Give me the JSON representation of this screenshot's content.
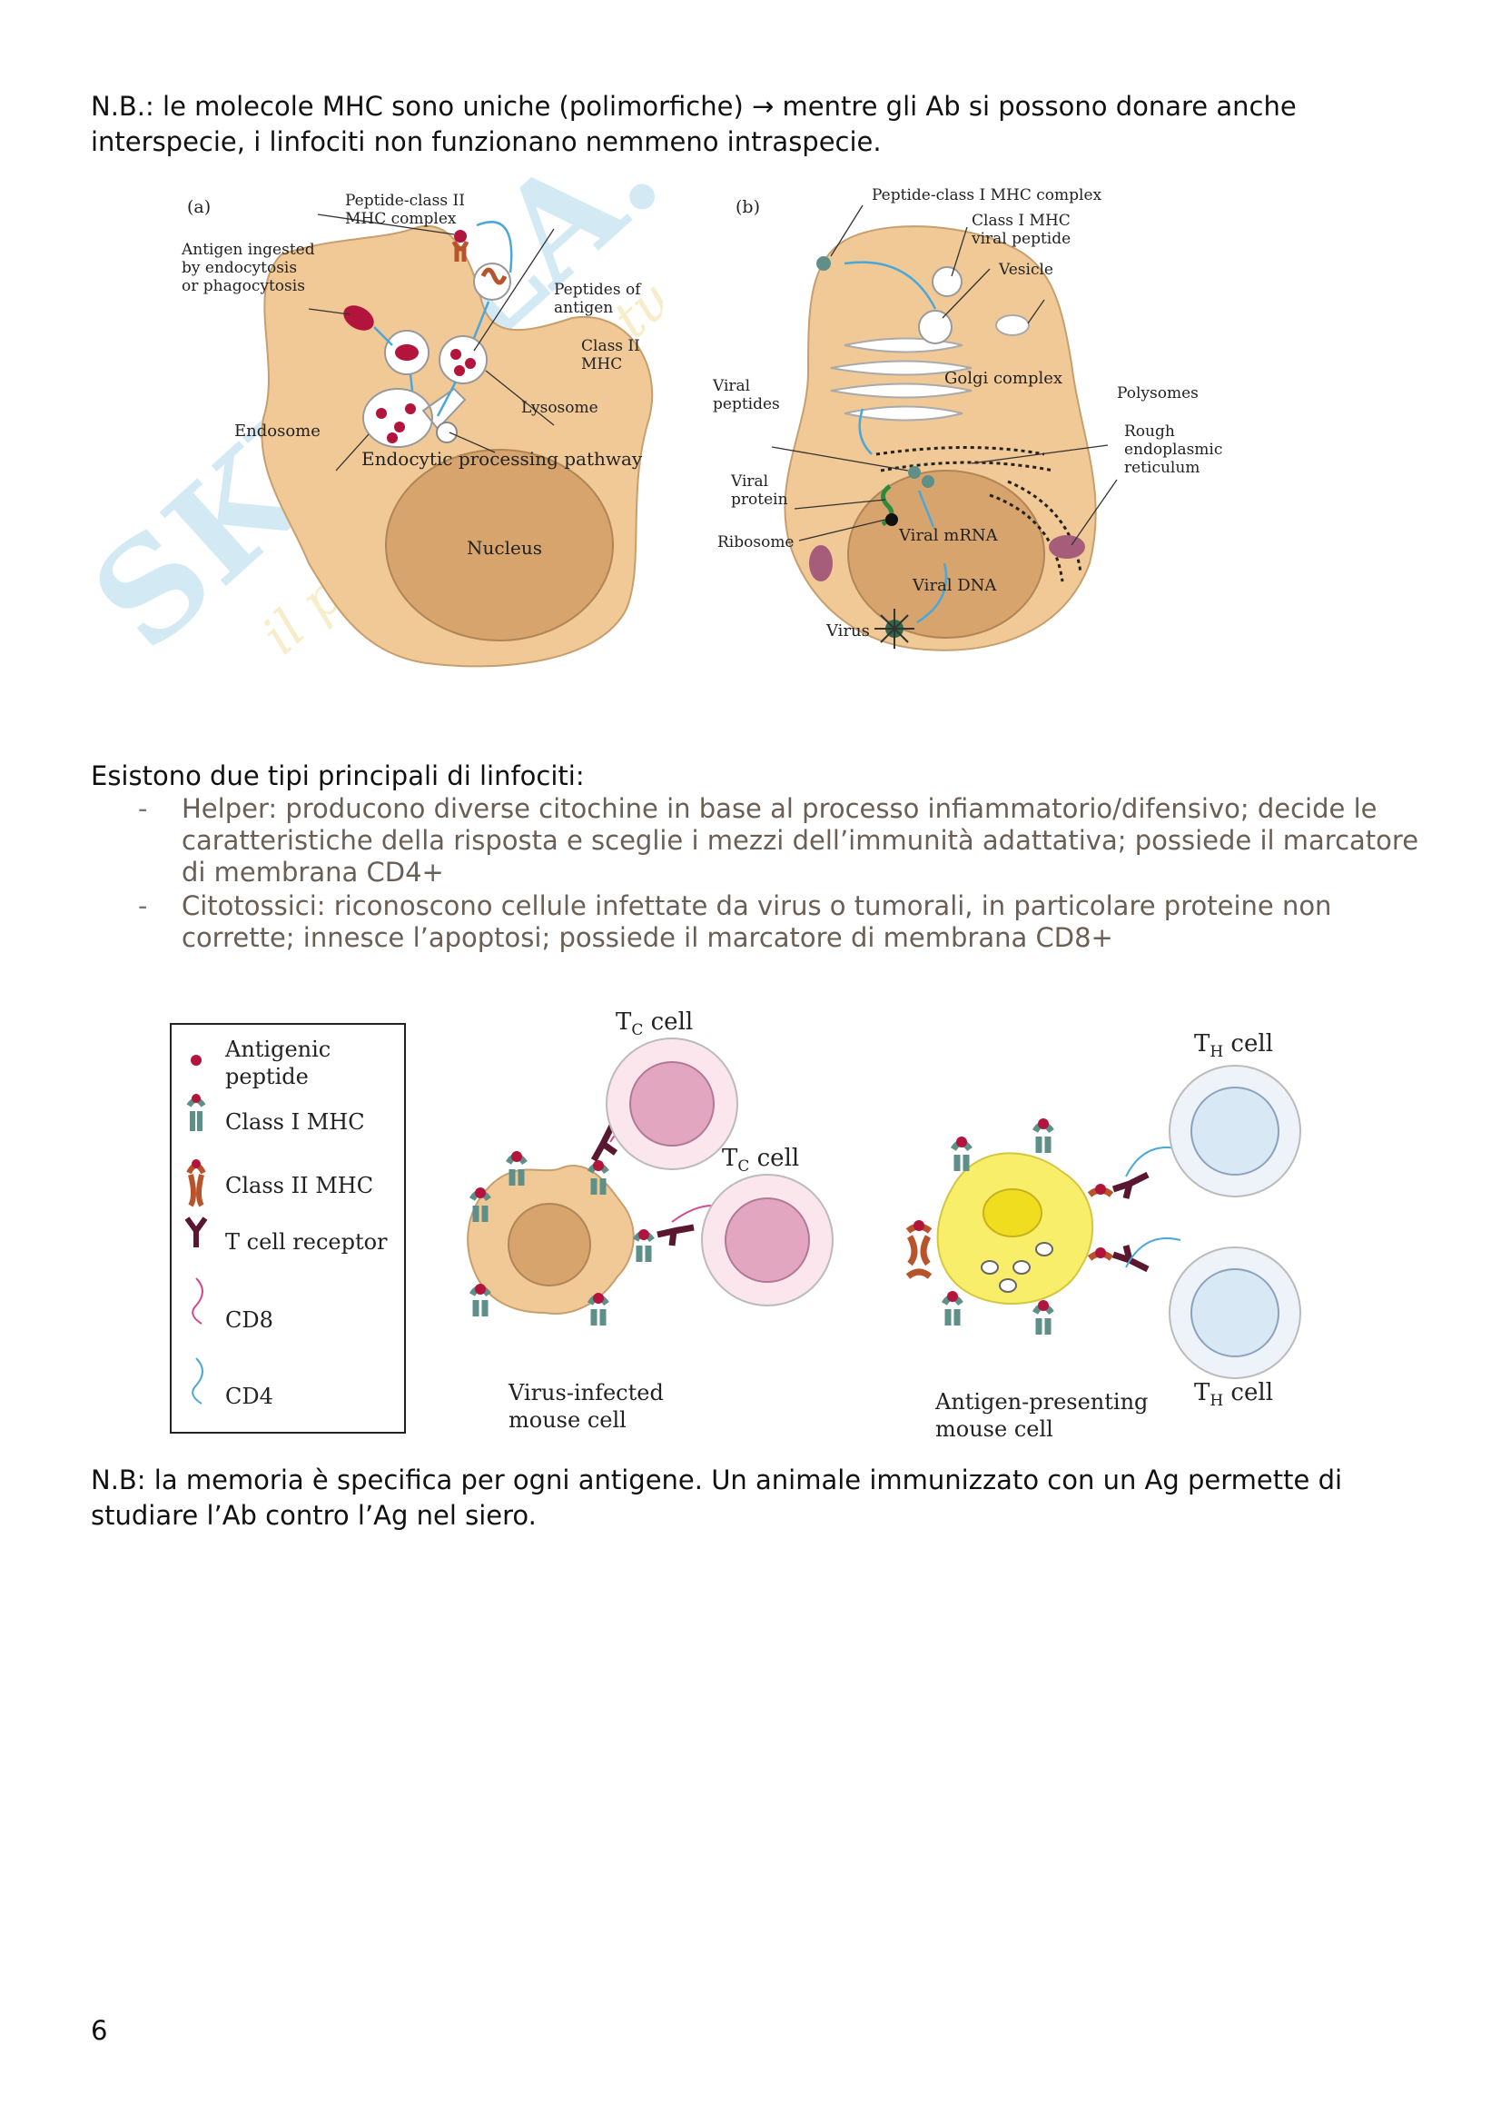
{
  "paragraphs": {
    "nb1": "N.B.: le molecole MHC sono uniche (polimorfiche) → mentre gli Ab si possono donare anche interspecie, i linfociti non funzionano nemmeno intraspecie.",
    "intro": "Esistono due tipi principali di linfociti:",
    "nb2": "N.B: la memoria è specifica per ogni antigene. Un animale immunizzato con un Ag permette di studiare l’Ab contro l’Ag nel siero."
  },
  "list": {
    "bullet": "-",
    "items": [
      "Helper: producono diverse citochine in base al processo infiammatorio/difensivo; decide le caratteristiche della risposta e sceglie i mezzi dell’immunità adattativa; possiede il marcatore di membrana CD4+",
      "Citotossici: riconoscono cellule infettate da virus o tumorali, in particolare proteine non corrette; innesce l’apoptosi; possiede il marcatore di membrana CD8+"
    ]
  },
  "figure1": {
    "panel_a": {
      "tag": "(a)",
      "peptide_mhc_1": "Peptide-class II",
      "peptide_mhc_2": "MHC complex",
      "antigen_1": "Antigen ingested",
      "antigen_2": "by endocytosis",
      "antigen_3": "or phagocytosis",
      "peptides_1": "Peptides of",
      "peptides_2": "antigen",
      "classii_1": "Class II",
      "classii_2": "MHC",
      "lysosome": "Lysosome",
      "endosome": "Endosome",
      "pathway": "Endocytic processing pathway",
      "nucleus": "Nucleus"
    },
    "panel_b": {
      "tag": "(b)",
      "peptide_mhc": "Peptide-class I MHC complex",
      "classi_1": "Class I MHC",
      "classi_2": "viral peptide",
      "vesicle": "Vesicle",
      "golgi": "Golgi complex",
      "polysomes": "Polysomes",
      "viral_peptides_1": "Viral",
      "viral_peptides_2": "peptides",
      "rough_1": "Rough",
      "rough_2": "endoplasmic",
      "rough_3": "reticulum",
      "viral_protein_1": "Viral",
      "viral_protein_2": "protein",
      "ribosome": "Ribosome",
      "mrna": "Viral mRNA",
      "dna": "Viral DNA",
      "virus": "Virus"
    }
  },
  "figure2": {
    "legend": {
      "antigenic_1": "Antigenic",
      "antigenic_2": "peptide",
      "class_i": "Class I MHC",
      "class_ii": "Class II MHC",
      "tcr": "T cell receptor",
      "cd8": "CD8",
      "cd4": "CD4"
    },
    "tc_main": "T",
    "tc_sub": "C",
    "tc_rest": " cell",
    "th_main": "T",
    "th_sub": "H",
    "th_rest": " cell",
    "virus_cell_1": "Virus-infected",
    "virus_cell_2": "mouse cell",
    "apc_1": "Antigen-presenting",
    "apc_2": "mouse cell"
  },
  "watermark": {
    "brand": "SKUOLA.net",
    "tagline": "il paradiso dello studente"
  },
  "page_number": "6",
  "colors": {
    "cell_fill": "#f0c996",
    "nucleus_fill": "#d6a46c",
    "crimson": "#b3143c",
    "teal": "#5e8f88",
    "tc_pink": "#e2a6c0",
    "th_blue": "#d9e8f5",
    "apc_yellow": "#f8ee6a",
    "arrow_blue": "#4aa8d8",
    "list_text": "#6b5f55"
  }
}
